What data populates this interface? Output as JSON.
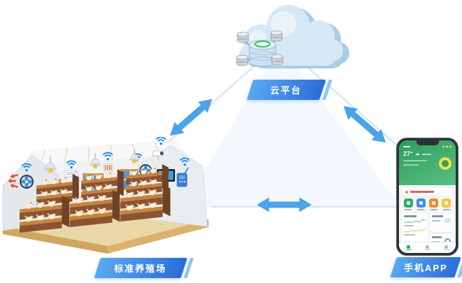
{
  "diagram": {
    "labels": {
      "cloud": "云平台",
      "farm": "标准养殖场",
      "phone": "手机APP"
    },
    "connections": [
      {
        "from": "标准养殖场",
        "to": "云平台",
        "type": "bidirectional"
      },
      {
        "from": "云平台",
        "to": "手机APP",
        "type": "bidirectional"
      },
      {
        "from": "标准养殖场",
        "to": "手机APP",
        "type": "bidirectional"
      }
    ],
    "colors": {
      "arrow_blue": "#4BA3E8",
      "label_gradient_start": "#59A9F1",
      "label_gradient_end": "#2A6CD8",
      "cloud_fill": "#D7E8F4",
      "cloud_shadow": "#A9CEE3",
      "wifi_blue": "#1E88E5",
      "app_header_green": "#2F9E58",
      "shelf_brown": "#8A5433",
      "floor_tan": "#EAD7A6",
      "red_airflow": "#E8503A"
    },
    "icons": {
      "cloud": "cloud-icon",
      "server_cluster": "server-cluster-icon",
      "wifi": "wifi-icon",
      "fan": "exhaust-fan-icon",
      "camera": "security-camera-icon",
      "monitor": "display-monitor-icon",
      "router": "router-icon",
      "lamp": "heat-lamp-icon",
      "window": "farm-window",
      "chicken": "chicken-figure"
    }
  },
  "phone_app": {
    "temperature": "27°",
    "weather_icon": "cloud"
  }
}
